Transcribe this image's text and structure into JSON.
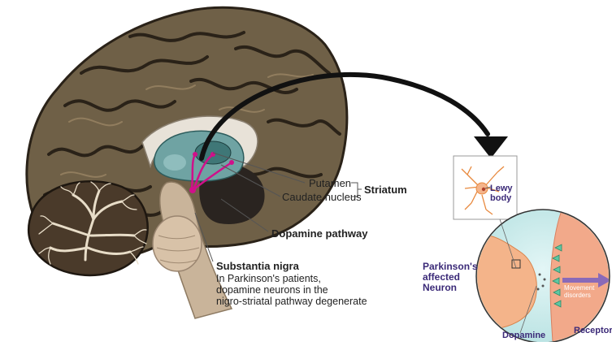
{
  "labels": {
    "putamen": "Putamen",
    "caudate": "Caudate nucleus",
    "striatum": "Striatum",
    "dopamine_pathway": "Dopamine pathway",
    "substantia_nigra": "Substantia nigra",
    "sn_desc_1": "In Parkinson's patients,",
    "sn_desc_2": "dopamine neurons in the",
    "sn_desc_3": "nigro-striatal pathway degenerate",
    "lewy_body_1": "Lewy",
    "lewy_body_2": "body",
    "affected_neuron_1": "Parkinson's",
    "affected_neuron_2": "affected",
    "affected_neuron_3": "Neuron",
    "movement_1": "Movement",
    "movement_2": "disorders",
    "dopamine": "Dopamine",
    "receptor": "Receptor"
  },
  "colors": {
    "cortex": "#6f6047",
    "cortex_dark": "#3a3024",
    "cerebellum": "#4a3a2a",
    "brainstem": "#c9b49a",
    "striatum_teal": "#6fa3a3",
    "dopamine_magenta": "#d0108a",
    "neuron_orange": "#f4b48a",
    "synapse_bg": "#c9ecec",
    "label_purple": "#3b2a78"
  }
}
